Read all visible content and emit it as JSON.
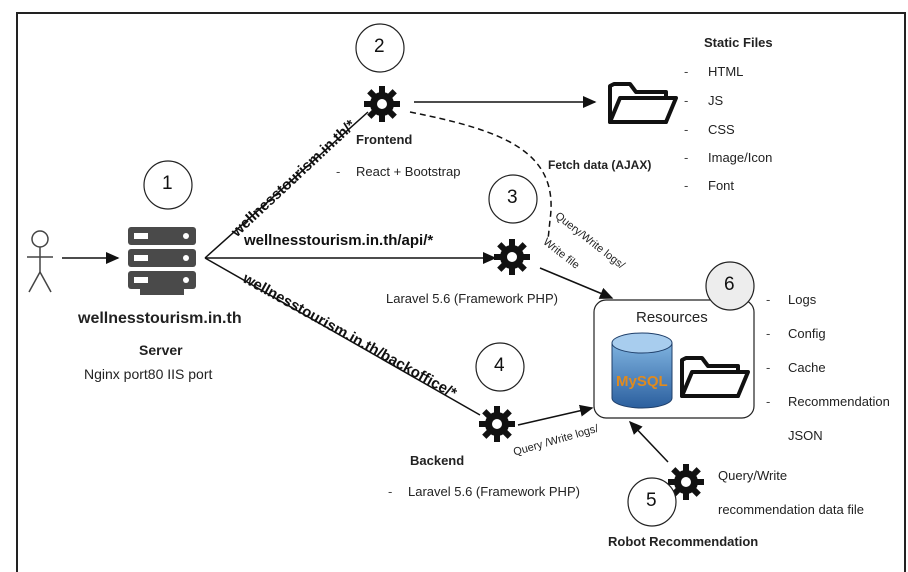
{
  "server": {
    "number": "1",
    "domain": "wellnesstourism.in.th",
    "title": "Server",
    "subtitle": "Nginx port80 IIS port"
  },
  "frontend": {
    "number": "2",
    "title": "Frontend",
    "tech": "React + Bootstrap",
    "url": "wellnesstourism.in.th/*"
  },
  "api": {
    "number": "3",
    "url": "wellnesstourism.in.th/api/*",
    "tech": "Laravel 5.6 (Framework PHP)",
    "query_label": "Query/Write logs/",
    "query_label2": "Write file"
  },
  "backend": {
    "number": "4",
    "title": "Backend",
    "tech": "Laravel 5.6 (Framework PHP)",
    "url": "wellnesstourism.in.th/backoffice/*",
    "query_label": "Query /Write logs/"
  },
  "robot": {
    "number": "5",
    "title": "Robot Recommendation",
    "query_line1": "Query/Write",
    "query_line2": "recommendation data file"
  },
  "resources": {
    "number": "6",
    "title": "Resources",
    "items": [
      "Logs",
      "Config",
      "Cache",
      "Recommendation",
      "JSON"
    ],
    "mysql_label": "MySQL"
  },
  "static_files": {
    "title": "Static Files",
    "items": [
      "HTML",
      "JS",
      "CSS",
      "Image/Icon",
      "Font"
    ]
  },
  "fetch_label": "Fetch data (AJAX)",
  "bullet": "-"
}
